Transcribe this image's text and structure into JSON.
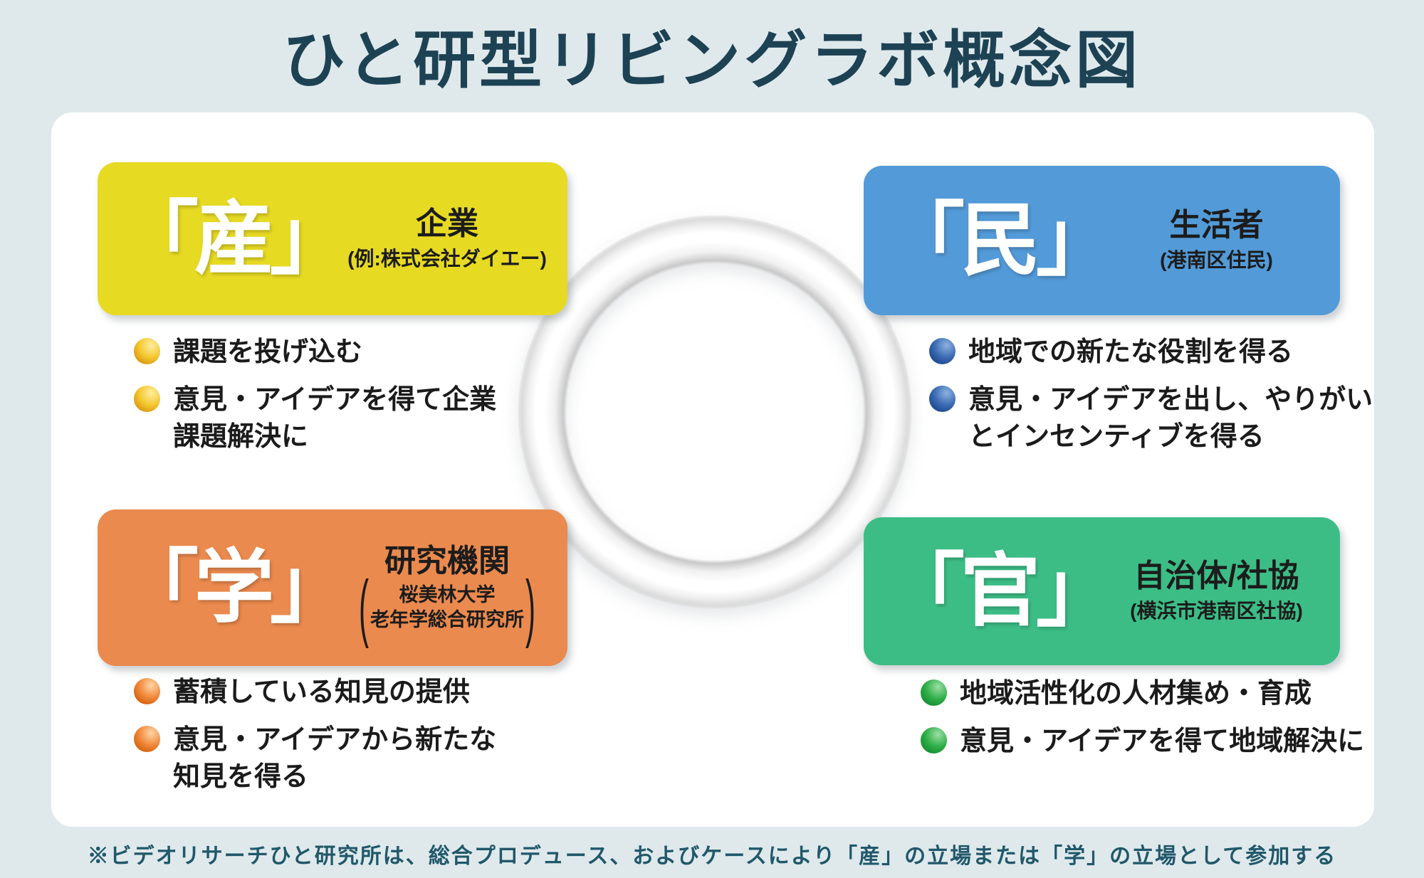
{
  "page": {
    "title": "ひと研型リビングラボ概念図",
    "footnote": "※ビデオリサーチひと研究所は、総合プロデュース、およびケースにより「産」の立場または「学」の立場として参加する"
  },
  "colors": {
    "background": "#dfe9ec",
    "panel": "#ffffff",
    "title_text": "#1d4253",
    "footnote_text": "#21586a",
    "bullet_text": "#1b1b1b",
    "san_yellow": "#e7da23",
    "min_blue": "#539ad8",
    "gaku_orange": "#eb8a4e",
    "kan_green": "#3cbd86",
    "ring_gray": "#e4e4e4"
  },
  "quadrants": [
    {
      "id": "san",
      "bracket_label": "「産」",
      "role": "企業",
      "example": "(例:株式会社ダイエー)",
      "bullets": [
        "課題を投げ込む",
        "意見・アイデアを得て企業\n課題解決に"
      ]
    },
    {
      "id": "min",
      "bracket_label": "「民」",
      "role": "生活者",
      "example": "(港南区住民)",
      "bullets": [
        "地域での新たな役割を得る",
        "意見・アイデアを出し、やりがい\nとインセンティブを得る"
      ]
    },
    {
      "id": "gaku",
      "bracket_label": "「学」",
      "role": "研究機関",
      "paren_open": "(",
      "paren_close": ")",
      "example_lines": [
        "桜美林大学",
        "老年学総合研究所"
      ],
      "bullets": [
        "蓄積している知見の提供",
        "意見・アイデアから新たな\n知見を得る"
      ]
    },
    {
      "id": "kan",
      "bracket_label": "「官」",
      "role": "自治体/社協",
      "example": "(横浜市港南区社協)",
      "bullets": [
        "地域活性化の人材集め・育成",
        "意見・アイデアを得て地域解決に"
      ]
    }
  ]
}
